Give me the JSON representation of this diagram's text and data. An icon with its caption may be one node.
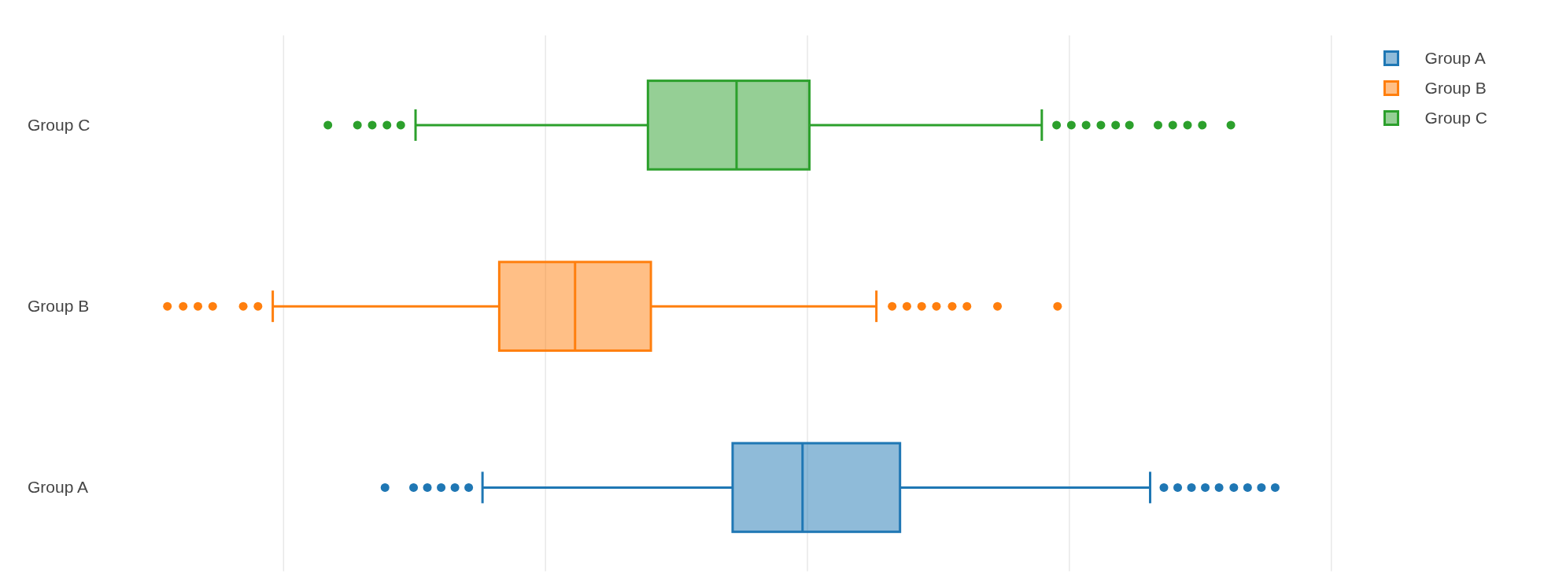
{
  "diagram": {
    "labels": [
      "Group C",
      "Group B",
      "Group A"
    ],
    "legend": [
      {
        "text": "Group A",
        "color": "#1f77b4"
      },
      {
        "text": "Group B",
        "color": "#ff7f0e"
      },
      {
        "text": "Group C",
        "color": "#2ca02c"
      }
    ]
  }
}
